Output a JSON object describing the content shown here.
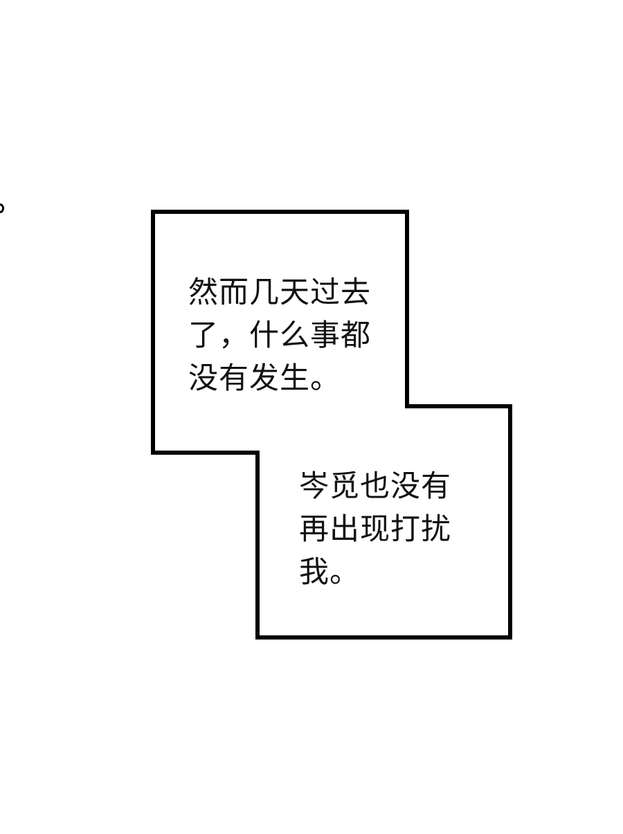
{
  "captions": [
    {
      "lines": [
        "然而几天过去",
        "了，什么事都",
        "没有发生。"
      ]
    },
    {
      "lines": [
        "岑觅也没有",
        "再出现打扰",
        "我。"
      ]
    }
  ],
  "colors": {
    "background": "#ffffff",
    "border": "#000000",
    "text": "#111111"
  }
}
